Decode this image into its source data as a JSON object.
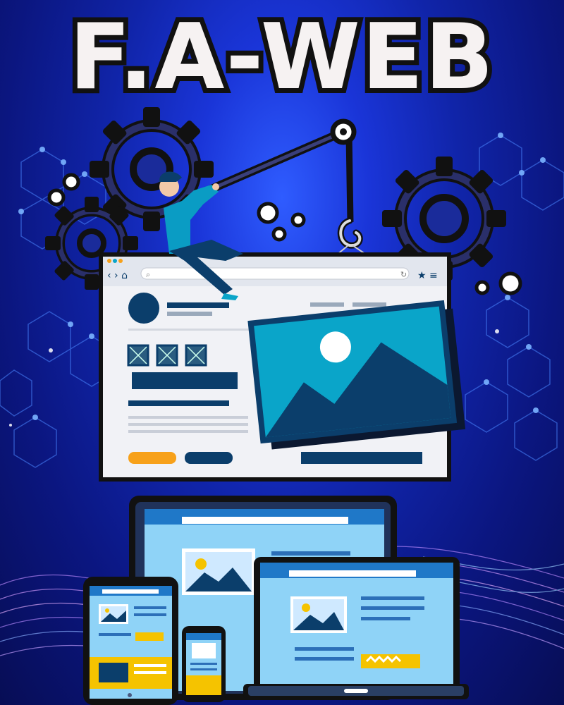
{
  "brand": {
    "title": "F.A-WEB"
  },
  "colors": {
    "background_center": "#2f5cff",
    "background_edge": "#070d55",
    "title_fill": "#f6f2f2",
    "title_outline": "#111111",
    "teal": "#0aa5c9",
    "navy": "#0b3e6b",
    "orange": "#f7a11a",
    "yellow": "#f5c300",
    "light_blue": "#8fd3f7"
  },
  "icons": [
    "gear-icon",
    "browser-window",
    "image-card",
    "hook-icon",
    "laptop",
    "tablet",
    "phone",
    "monitor"
  ]
}
